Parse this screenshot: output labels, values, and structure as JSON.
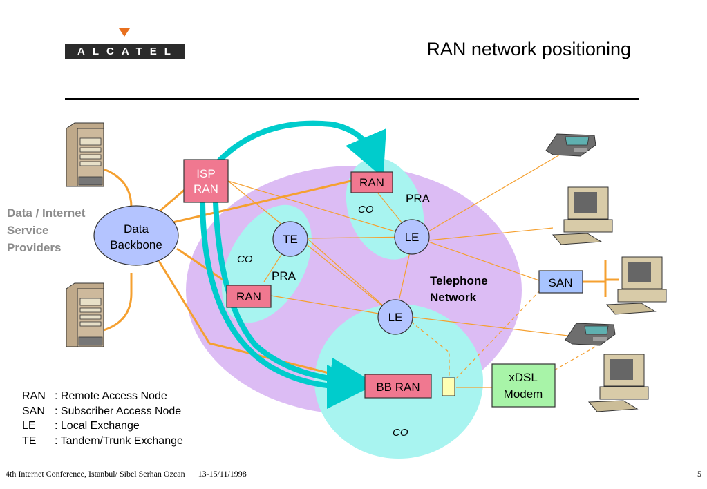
{
  "header": {
    "logo_text": "ALCATEL",
    "title": "RAN network positioning"
  },
  "side_label": {
    "line1": "Data / Internet",
    "line2": "Service",
    "line3": "Providers"
  },
  "nodes": {
    "isp_ran": {
      "line1": "ISP",
      "line2": "RAN"
    },
    "data_backbone": {
      "line1": "Data",
      "line2": "Backbone"
    },
    "ran_top": "RAN",
    "ran_left": "RAN",
    "te": "TE",
    "le_top": "LE",
    "le_bottom": "LE",
    "bb_ran": "BB RAN",
    "san": "SAN",
    "xdsl": {
      "line1": "xDSL",
      "line2": "Modem"
    }
  },
  "labels": {
    "pra_top": "PRA",
    "pra_left": "PRA",
    "co_top": "CO",
    "co_left": "CO",
    "co_bottom": "CO",
    "telephone_network": {
      "line1": "Telephone",
      "line2": "Network"
    }
  },
  "legend": [
    {
      "abbr": "RAN",
      "text": ": Remote Access Node"
    },
    {
      "abbr": "SAN",
      "text": ": Subscriber Access Node"
    },
    {
      "abbr": "LE",
      "text": ": Local Exchange"
    },
    {
      "abbr": "TE",
      "text": ": Tandem/Trunk Exchange"
    }
  ],
  "footer": {
    "text": "4th Internet Conference, Istanbul/ Sibel Serhan Ozcan",
    "date": "13-15/11/1998",
    "page": "5"
  },
  "colors": {
    "orange": "#f5a030",
    "teal": "#00cccc",
    "purple_cloud": "#dcbcf4",
    "co_cloud": "#a8f4f0",
    "node_blue": "#b4c4ff",
    "ran_pink": "#f07890",
    "san_blue": "#a8c4ff",
    "xdsl_green": "#a8f4a8"
  }
}
